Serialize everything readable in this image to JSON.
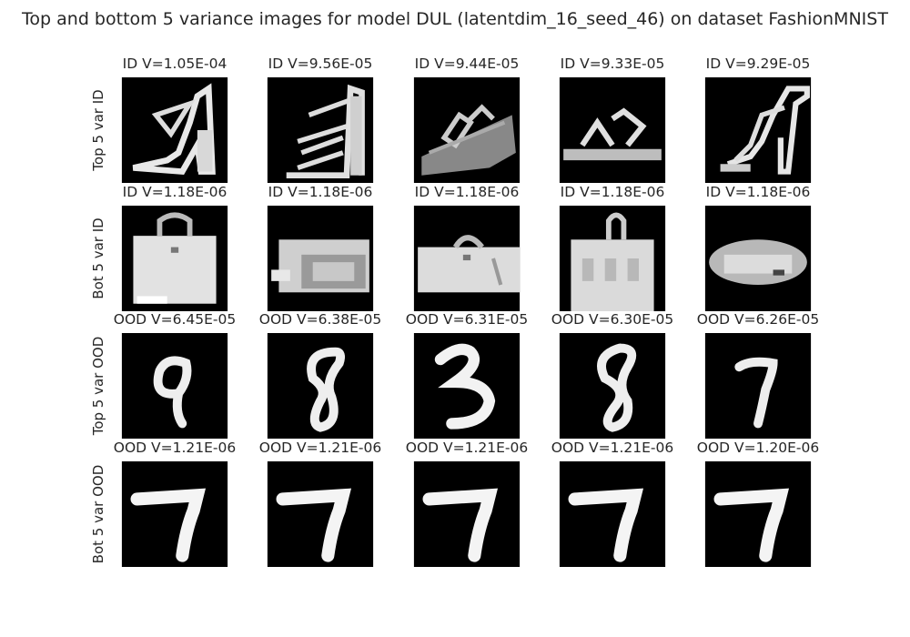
{
  "title": "Top and bottom 5 variance images for model DUL (latentdim_16_seed_46) on dataset FashionMNIST",
  "rows": [
    {
      "label": "Top 5 var ID",
      "cells": [
        {
          "title": "ID V=1.05E-04",
          "image": "sandal-heel"
        },
        {
          "title": "ID V=9.56E-05",
          "image": "sandal-strappy"
        },
        {
          "title": "ID V=9.44E-05",
          "image": "sandal-wedge"
        },
        {
          "title": "ID V=9.33E-05",
          "image": "sandal-flat"
        },
        {
          "title": "ID V=9.29E-05",
          "image": "sandal-heel-2"
        }
      ]
    },
    {
      "label": "Bot 5 var ID",
      "cells": [
        {
          "title": "ID V=1.18E-06",
          "image": "bag-handbag"
        },
        {
          "title": "ID V=1.18E-06",
          "image": "bag-clutch"
        },
        {
          "title": "ID V=1.18E-06",
          "image": "bag-duffel"
        },
        {
          "title": "ID V=1.18E-06",
          "image": "bag-tote"
        },
        {
          "title": "ID V=1.18E-06",
          "image": "bag-flat"
        }
      ]
    },
    {
      "label": "Top 5 var OOD",
      "cells": [
        {
          "title": "OOD V=6.45E-05",
          "image": "digit-9"
        },
        {
          "title": "OOD V=6.38E-05",
          "image": "digit-8"
        },
        {
          "title": "OOD V=6.31E-05",
          "image": "digit-3"
        },
        {
          "title": "OOD V=6.30E-05",
          "image": "digit-8b"
        },
        {
          "title": "OOD V=6.26E-05",
          "image": "digit-7"
        }
      ]
    },
    {
      "label": "Bot 5 var OOD",
      "cells": [
        {
          "title": "OOD V=1.21E-06",
          "image": "digit-7-block"
        },
        {
          "title": "OOD V=1.21E-06",
          "image": "digit-7-block"
        },
        {
          "title": "OOD V=1.21E-06",
          "image": "digit-7-block"
        },
        {
          "title": "OOD V=1.21E-06",
          "image": "digit-7-block"
        },
        {
          "title": "OOD V=1.20E-06",
          "image": "digit-7-block"
        }
      ]
    }
  ]
}
